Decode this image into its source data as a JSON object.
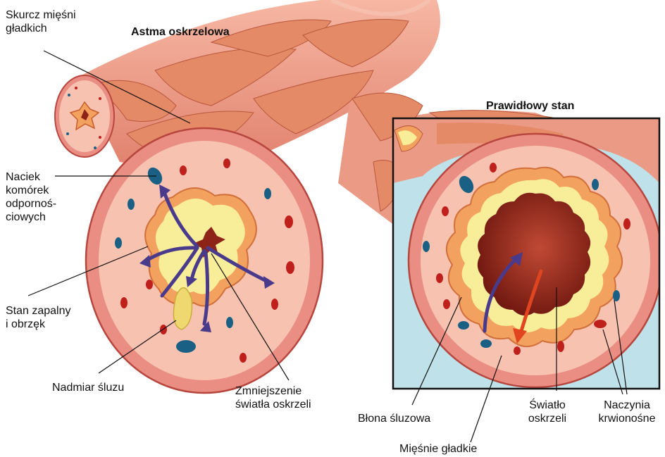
{
  "titles": {
    "asthma": "Astma oskrzelowa",
    "normal": "Prawidłowy stan"
  },
  "labels": {
    "smooth_muscle_contraction": "Skurcz mięśni\ngładkich",
    "immune_infiltrate": "Naciek\nkomórek\nodpornoś-\nciowych",
    "inflammation": "Stan zapalny\ni obrzęk",
    "excess_mucus": "Nadmiar śluzu",
    "lumen_narrowing": "Zmniejszenie\nświatła oskrzeli",
    "mucous_membrane": "Błona śluzowa",
    "smooth_muscles": "Mięśnie gładkie",
    "bronchial_lumen": "Światło\noskrzeli",
    "blood_vessels": "Naczynia\nkrwionośne"
  },
  "colors": {
    "tissue": "#f7c2b0",
    "outer_wall": "#ea8e84",
    "muscle_band": "#e48a66",
    "mucosa_yellow": "#f8ee9a",
    "lumen_dark": "#8e2418",
    "inset_background": "#bfe2ea",
    "arrow_purple": "#4a3a8c",
    "arrow_red": "#e0451f",
    "vessel_red": "#c0201c",
    "vessel_blue": "#1a5f84"
  }
}
